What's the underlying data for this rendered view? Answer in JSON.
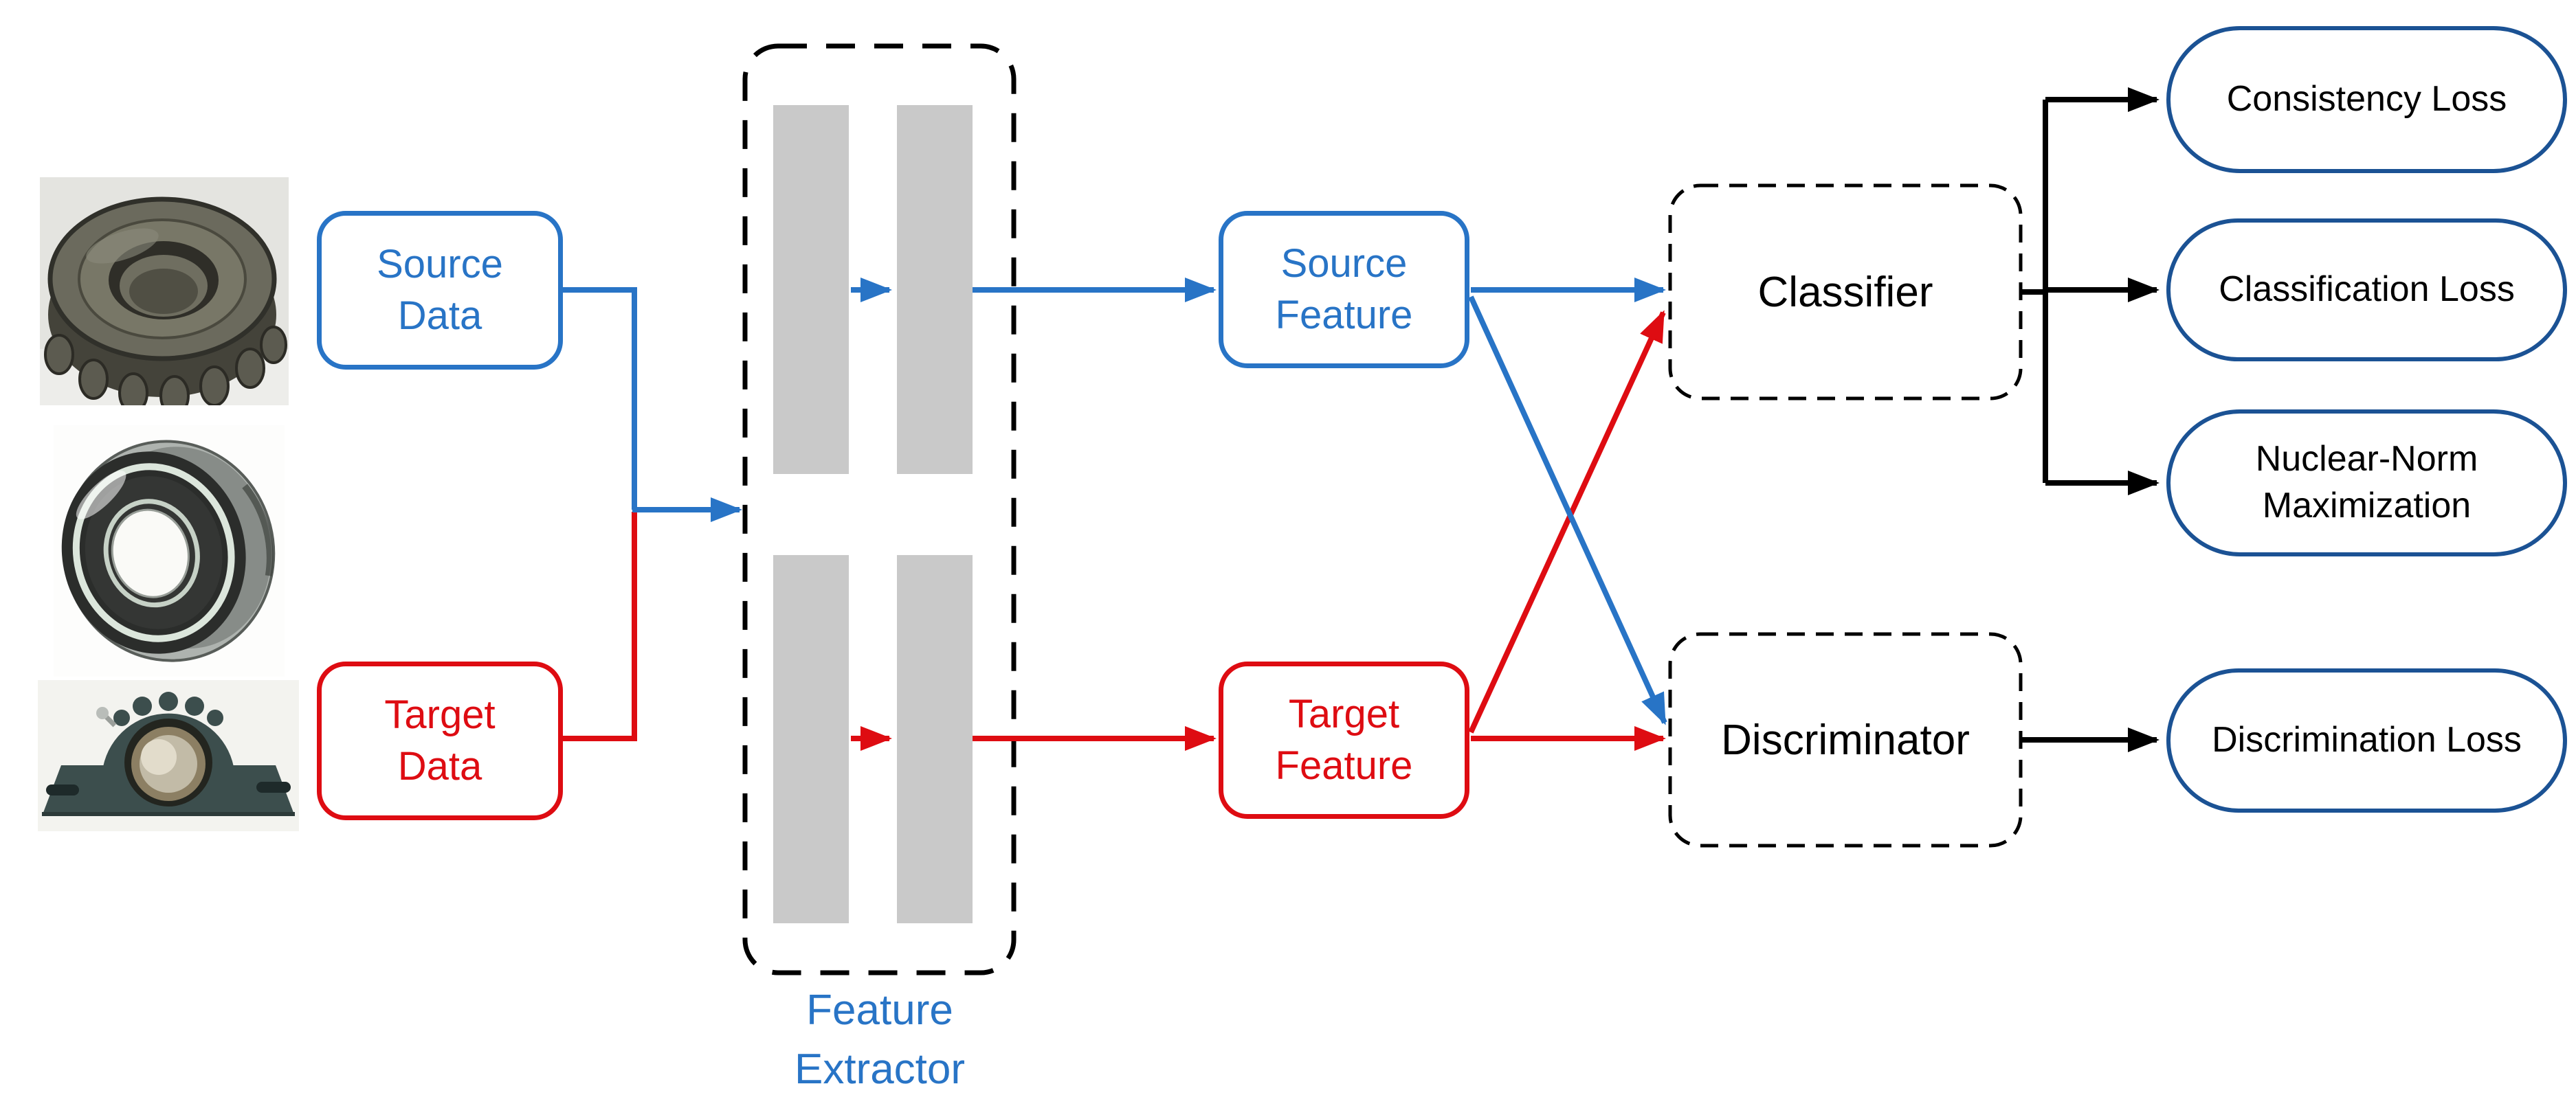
{
  "colors": {
    "blue": "#2874C6",
    "red": "#DE0C12",
    "dark_blue": "#1B5294",
    "black": "#000000",
    "gray_bar": "#C9C9C9"
  },
  "nodes": {
    "source_data": {
      "label": "Source\nData"
    },
    "target_data": {
      "label": "Target\nData"
    },
    "feature_extractor": {
      "label": "Feature\nExtractor"
    },
    "source_feature": {
      "label": "Source\nFeature"
    },
    "target_feature": {
      "label": "Target\nFeature"
    },
    "classifier": {
      "label": "Classifier"
    },
    "discriminator": {
      "label": "Discriminator"
    },
    "consistency_loss": {
      "label": "Consistency Loss"
    },
    "classification_loss": {
      "label": "Classification Loss"
    },
    "nuclear_norm": {
      "label": "Nuclear-Norm\nMaximization"
    },
    "discrimination_loss": {
      "label": "Discrimination Loss"
    }
  },
  "images": {
    "source_example_1": "cylindrical-roller-bearing-photo",
    "source_example_2": "sealed-ball-bearing-photo",
    "target_example": "pillow-block-bearing-photo"
  }
}
